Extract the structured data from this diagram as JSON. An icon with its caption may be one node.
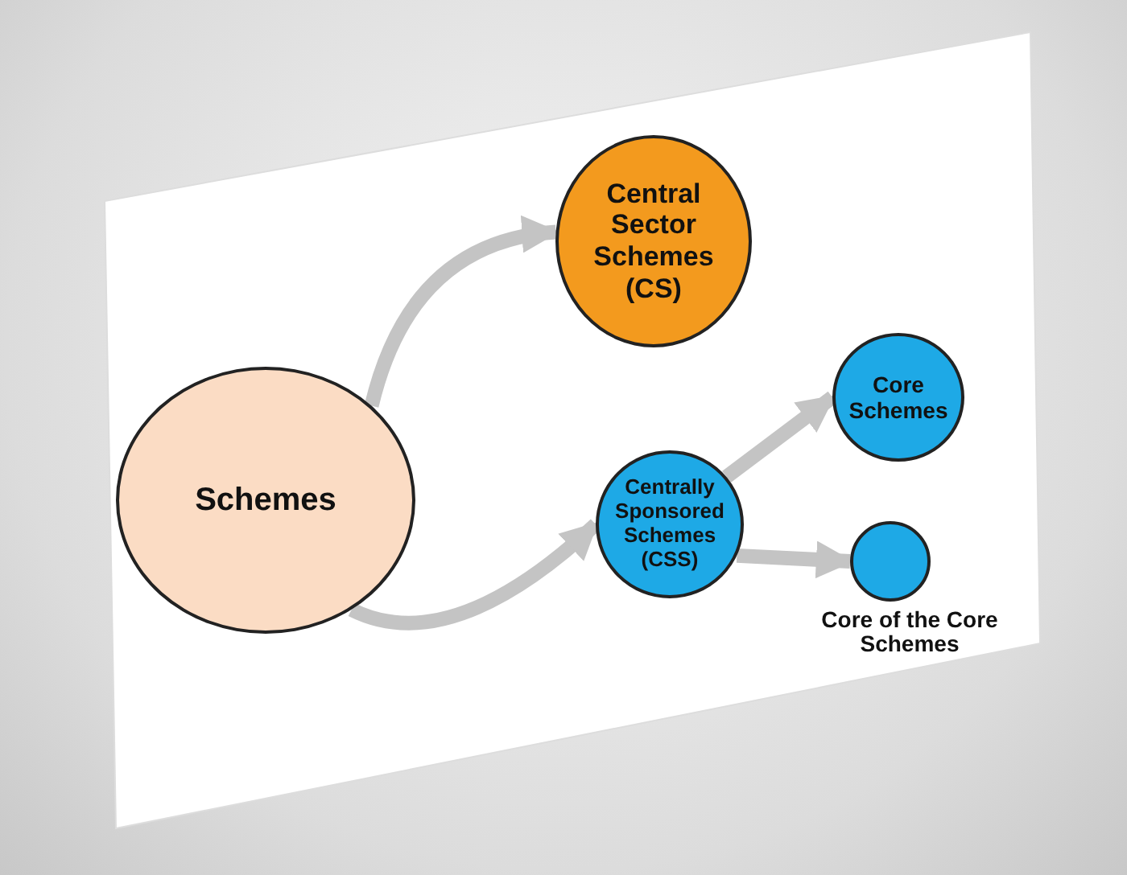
{
  "diagram": {
    "nodes": [
      {
        "text": [
          "Schemes"
        ]
      },
      {
        "text": [
          "Central Sector Schemes (CS)"
        ]
      },
      {
        "text": [
          "Centrally Sponsored Schemes (CSS)"
        ]
      },
      {
        "text": [
          "Core Schemes"
        ]
      },
      {
        "text": [],
        "shape": "circle",
        "beside": [
          "Core of the Core Schemes"
        ]
      }
    ],
    "edges": [
      {
        "from": 0,
        "to": 1,
        "arrow": "to"
      },
      {
        "from": 0,
        "to": 2,
        "arrow": "to"
      },
      {
        "from": 2,
        "to": 3,
        "arrow": "to"
      },
      {
        "from": 2,
        "to": 4,
        "arrow": "to"
      }
    ]
  }
}
